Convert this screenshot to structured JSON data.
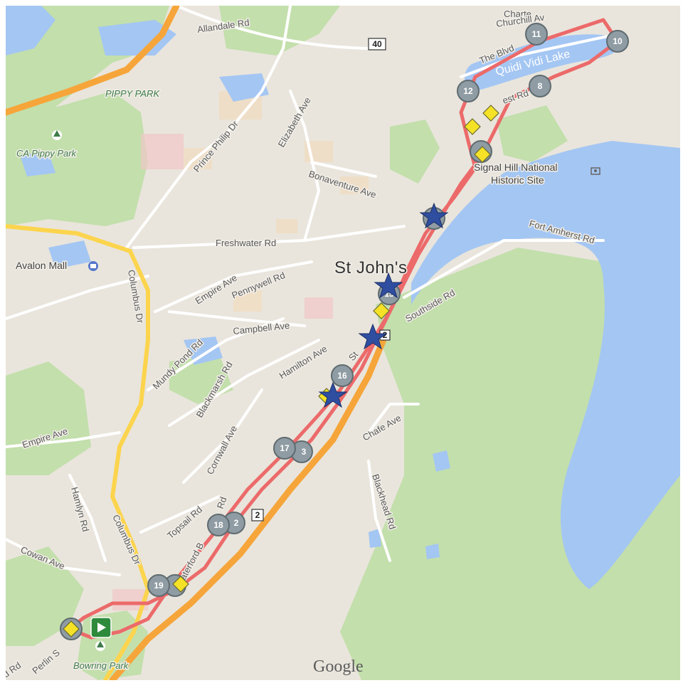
{
  "map": {
    "title": "St John's",
    "attribution": "Google",
    "colors": {
      "land": "#e9e5dc",
      "park": "#c3dfac",
      "water": "#a4c6f3",
      "highway": "#f6a53a",
      "major_road": "#fcd44d",
      "route": "#ec6a6a",
      "lap_marker": "#8f9ca3",
      "star": "#2f4ea0",
      "diamond": "#f5e227",
      "start": "#2e8b3c"
    },
    "labels": {
      "allandale_rd": "Allandale Rd",
      "pippy_park": "PIPPY PARK",
      "ca_pippy_park": "CA Pippy Park",
      "prince_philip_dr": "Prince Philip Dr",
      "elizabeth_ave": "Elizabeth Ave",
      "bonaventure_ave": "Bonaventure Ave",
      "freshwater_rd": "Freshwater Rd",
      "avalon_mall": "Avalon Mall",
      "columbus_dr": "Columbus Dr",
      "empire_ave": "Empire Ave",
      "pennywell_rd": "Pennywell Rd",
      "campbell_ave": "Campbell Ave",
      "mundy_pond_rd": "Mundy Pond Rd",
      "blackmarsh_rd": "Blackmarsh Rd",
      "hamilton_ave": "Hamilton Ave",
      "cornwall_ave": "Cornwall Ave",
      "empire_ave_west": "Empire Ave",
      "hamlyn_rd": "Hamlyn Rd",
      "columbus_dr_south": "Columbus Dr",
      "topsail_rd": "Topsail Rd",
      "waterford_bridge_rd": "aterford B",
      "cowan_ave": "Cowan Ave",
      "chafe_ave": "Chafe Ave",
      "blackhead_rd": "Blackhead Rd",
      "southside_rd": "Southside Rd",
      "fort_amherst_rd": "Fort Amherst Rd",
      "quidi_vidi_lake": "Quidi Vidi Lake",
      "the_blvd": "The Blvd",
      "forest_rd": "est Rd",
      "charter": "Charte",
      "churchill": "Churchill Av",
      "signal_hill": "Signal Hill National",
      "historic_site": "Historic Site",
      "bowring_park": "Bowring Park",
      "perlin": "Perlin S",
      "rd_edge": "d Rd",
      "st": "St",
      "rd_fragment": "Rd"
    },
    "shields": [
      "40",
      "2",
      "2"
    ],
    "lap_markers": [
      "11",
      "10",
      "12",
      "8",
      "15",
      "16",
      "17",
      "3",
      "18",
      "2",
      "19"
    ],
    "icons": [
      "start-flag-icon",
      "star-waypoint-icon",
      "diamond-waypoint-icon",
      "park-tree-icon",
      "shopping-icon",
      "camera-icon"
    ]
  }
}
